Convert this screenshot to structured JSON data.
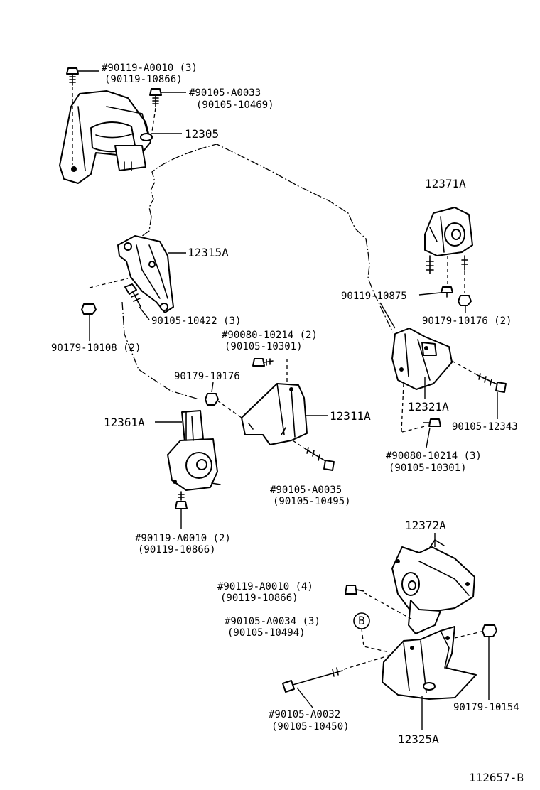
{
  "labels": {
    "p12305": "12305",
    "p12315A": "12315A",
    "p12371A": "12371A",
    "p12321A": "12321A",
    "p12311A": "12311A",
    "p12361A": "12361A",
    "p12372A": "12372A",
    "p12325A": "12325A",
    "b_90119_a0010_3": "#90119-A0010 (3)",
    "b_90119_10866_a": "(90119-10866)",
    "b_90105_a0033": "#90105-A0033",
    "b_90105_10469": "(90105-10469)",
    "b_90105_10422": "90105-10422 (3)",
    "n_90179_10108": "90179-10108 (2)",
    "b_90119_10875": "90119-10875",
    "n_90179_10176_2": "90179-10176 (2)",
    "b_90080_10214_2": "#90080-10214 (2)",
    "b_90105_10301_a": "(90105-10301)",
    "n_90179_10176": "90179-10176",
    "b_90105_12343": "90105-12343",
    "b_90080_10214_3": "#90080-10214 (3)",
    "b_90105_10301_b": "(90105-10301)",
    "b_90105_a0035": "#90105-A0035",
    "b_90105_10495": "(90105-10495)",
    "b_90119_a0010_2": "#90119-A0010 (2)",
    "b_90119_10866_b": "(90119-10866)",
    "b_90119_a0010_4": "#90119-A0010 (4)",
    "b_90119_10866_c": "(90119-10866)",
    "b_90105_a0034": "#90105-A0034 (3)",
    "b_90105_10494": "(90105-10494)",
    "ref_b": "B",
    "n_90179_10154": "90179-10154",
    "b_90105_a0032": "#90105-A0032",
    "b_90105_10450": "(90105-10450)",
    "drawing_no": "112657-B"
  }
}
